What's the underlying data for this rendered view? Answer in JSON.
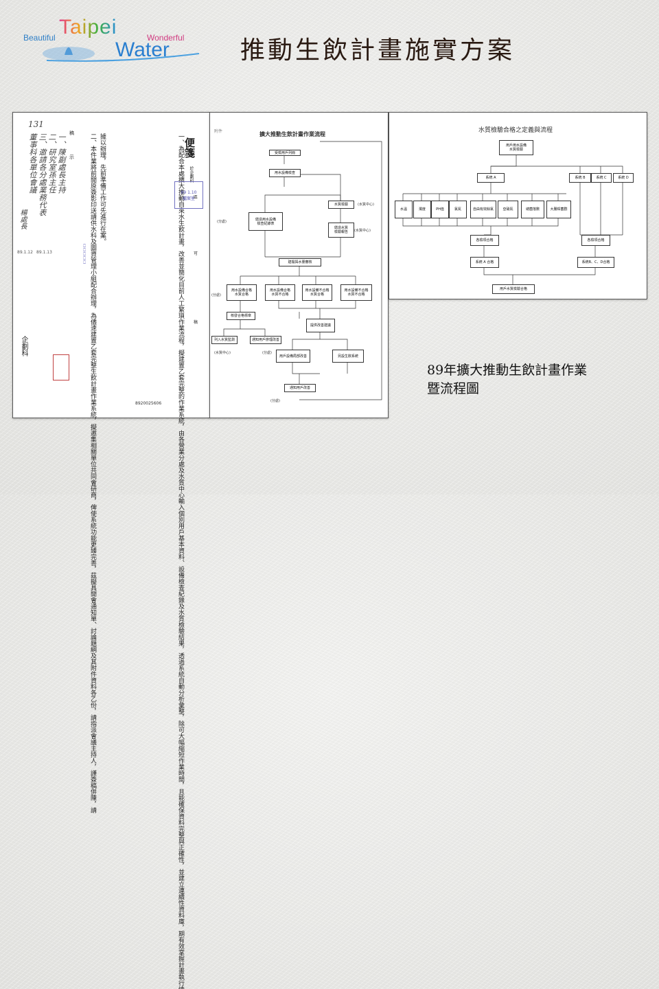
{
  "logo": {
    "left_word": "Beautiful",
    "brand": "Taipei",
    "right_word": "Wonderful",
    "sub": "Water"
  },
  "slide_title": "推動生飲計畫施實方案",
  "memo": {
    "heading": "便箋",
    "dept_top": "於企劃科",
    "row_label": "稿",
    "note_label": "示",
    "para1": "一、為配合本處擴大推動自來水生飲計畫，改善並簡化目前人工繁瑣作業流程，擬建置乙套完整的作業系統，由各營業分處及水質中心輸入個別用戶基本資料、設備檢查紀錄及水質檢驗結果，透過系統自動分析彙整，除可大幅縮短作業時間，且能確保資料完整與正確性，並建立連續性資料庫，期有效掌握計畫執行情形。業經簽奉　鈞長於八十八年十二月九日批示：本件擬依舊籌備管線汰換計畫修正案辦理，為",
    "para1b": "據以辦理，先前準備工作可先進行在案。",
    "para2": "二、本件業將前開原簽影印送請供水科及圖資管理小組配合辦理，為儘速建置乙套完整生飲計畫作業系統，擬邀集相關單位共同會研商，俾使系統功能更臻完善，茲擬具開會通知單、討論題綱及其附件資料各乙份，請指派會議主持人，謹簽稿併陳，請",
    "dept_bottom": "企劃科",
    "stamp_date": "89 1.10",
    "stamp_label": "檔案室",
    "doc_no": "8920025606",
    "hw_top": "131",
    "hw_lines": [
      "一、陳副處長主持",
      "二、研究室孫主任",
      "三、邀請各分處業務代表",
      "董事科各單位會議"
    ],
    "hw_sign": "楊處長　",
    "hw_dates": [
      "89.1.12",
      "89.1.13"
    ],
    "side_chars": [
      "區",
      "可",
      "稿"
    ]
  },
  "flowchart": {
    "tab": "附件",
    "title": "擴大推動生飲計畫作業流程",
    "nodes": {
      "n1": "受檢用戶列冊",
      "n2": "用水設備檢查",
      "n3": "水質檢驗",
      "n3r": "(水質中心)",
      "n4": "繕造用水設備\n檢查紀錄表",
      "n5": "繕造水質\n檢驗報告",
      "n6": "建檔與水量審核",
      "r1": "用水設備合格\n水質合格",
      "r2": "用水設備合格\n水質不合格",
      "r3": "用水設備不合格\n水質合格",
      "r4": "用水設備不合格\n水質不合格",
      "n7": "核發合格標章",
      "n8": "提供改善建議",
      "n9": "列入水質監測",
      "n10": "通知用戶辦理改善",
      "n11": "用戶設備局部改善",
      "n12": "另設生飲系統",
      "n13": "通知用戶改善",
      "tag_a": "(分處)",
      "tag_b": "(水質中心)"
    }
  },
  "quality": {
    "title": "水質檢驗合格之定義與流程",
    "top": "用戶用水設備\n水質檢驗",
    "sys": [
      "系統 A",
      "系統 B",
      "系統 C",
      "系統 D"
    ],
    "items": [
      "水溫",
      "濁度",
      "PH值",
      "氯氮",
      "自由有效餘氯",
      "亞硝氮",
      "總菌落數",
      "大腸桿菌群"
    ],
    "pass_a": "各檢項合格",
    "sys_pass_a": "系統 A 合格",
    "pass_b": "各檢項合格",
    "sys_pass_b": "系統B、C、D合格",
    "final": "用戶水質檢驗合格"
  },
  "caption_lines": [
    "89年擴大推動生飲計畫作業",
    "暨流程圖"
  ]
}
